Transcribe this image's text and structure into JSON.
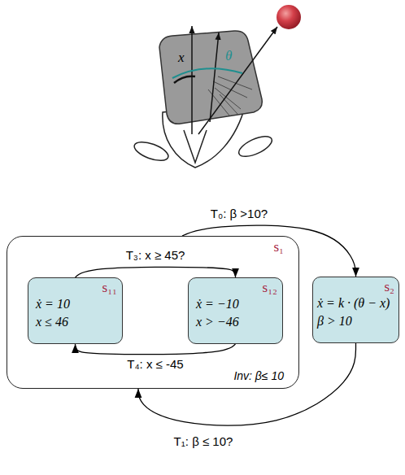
{
  "diagram": {
    "nodes": [
      {
        "text": [
          "s₁",
          "Inv: β≤ 10"
        ]
      },
      {
        "text": [
          "s₁₁",
          "ẋ = 10",
          "x ≤ 46"
        ],
        "in": 0
      },
      {
        "text": [
          "s₁₂",
          "ẋ = −10",
          "x > −46"
        ],
        "in": 0
      },
      {
        "text": [
          "s₂",
          "ẋ = k · (θ − x)",
          "β > 10"
        ]
      }
    ],
    "edges": [
      {
        "from": 0,
        "to": 3,
        "label": "T₀: β >10?",
        "arrow": "to"
      },
      {
        "from": 1,
        "to": 2,
        "label": "T₃: x ≥ 45?",
        "arrow": "to"
      },
      {
        "from": 2,
        "to": 1,
        "label": "T₄: x ≤ -45",
        "arrow": "to"
      },
      {
        "from": 3,
        "to": 0,
        "label": "T₁: β ≤ 10?",
        "arrow": "to"
      }
    ],
    "labels": [
      "x",
      "θ"
    ]
  }
}
